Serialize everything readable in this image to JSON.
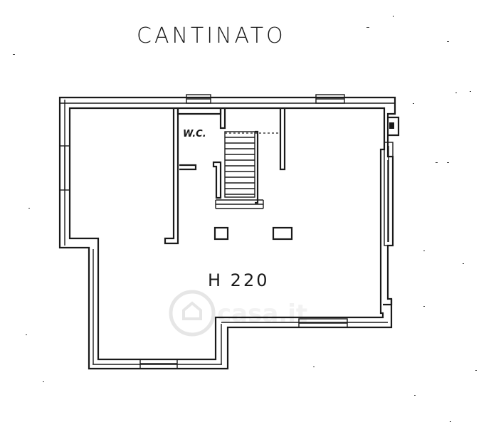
{
  "plan": {
    "title": "CANTINATO",
    "height_label": "H 220",
    "rooms": {
      "wc": "W.C."
    },
    "watermark": "casa.it"
  }
}
